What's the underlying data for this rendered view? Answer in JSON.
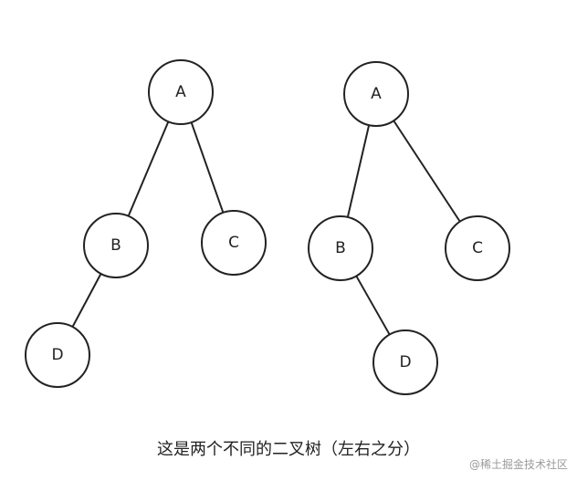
{
  "colors": {
    "stroke": "#222222",
    "label": "#222222",
    "highlight": "#e02424",
    "watermark": "#9a9a9a"
  },
  "trees": [
    {
      "nodes": [
        {
          "id": "A",
          "label": "A",
          "highlight": false
        },
        {
          "id": "B",
          "label": "B",
          "highlight": false
        },
        {
          "id": "C",
          "label": "C",
          "highlight": false
        },
        {
          "id": "D",
          "label": "D",
          "highlight": true
        }
      ],
      "edges": [
        [
          "A",
          "B"
        ],
        [
          "A",
          "C"
        ],
        [
          "B",
          "D"
        ]
      ]
    },
    {
      "nodes": [
        {
          "id": "A",
          "label": "A",
          "highlight": false
        },
        {
          "id": "B",
          "label": "B",
          "highlight": false
        },
        {
          "id": "C",
          "label": "C",
          "highlight": false
        },
        {
          "id": "D",
          "label": "D",
          "highlight": true
        }
      ],
      "edges": [
        [
          "A",
          "B"
        ],
        [
          "A",
          "C"
        ],
        [
          "B",
          "D"
        ]
      ]
    }
  ],
  "caption": "这是两个不同的二叉树（左右之分）",
  "watermark": "@稀土掘金技术社区"
}
